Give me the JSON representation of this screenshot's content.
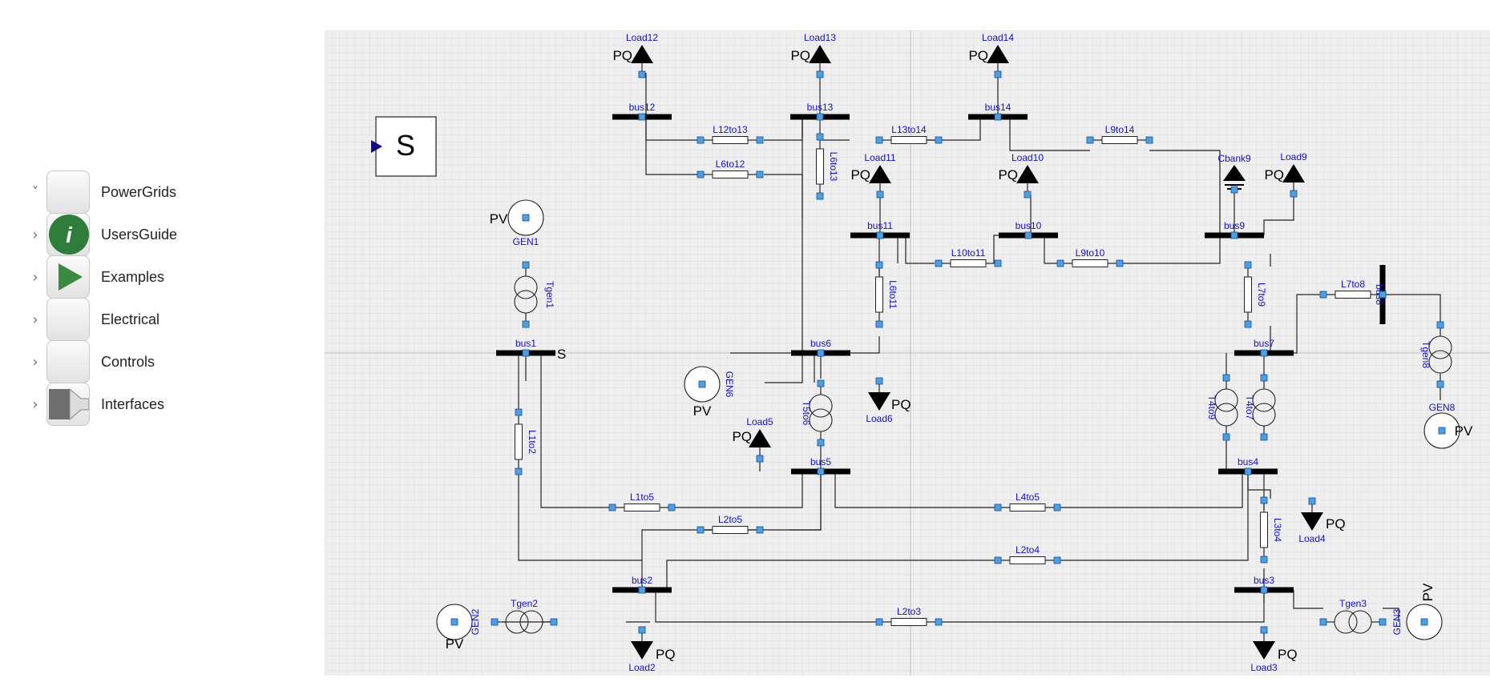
{
  "tree": {
    "items": [
      {
        "label": "PowerGrids",
        "chevron": "˅",
        "icon": "package-icon"
      },
      {
        "label": "UsersGuide",
        "chevron": "›",
        "icon": "info-icon"
      },
      {
        "label": "Examples",
        "chevron": "›",
        "icon": "play-icon"
      },
      {
        "label": "Electrical",
        "chevron": "›",
        "icon": "package-icon"
      },
      {
        "label": "Controls",
        "chevron": "›",
        "icon": "package-icon"
      },
      {
        "label": "Interfaces",
        "chevron": "›",
        "icon": "connector-icon"
      }
    ]
  },
  "diagram": {
    "system_block": "S",
    "pq_label": "PQ",
    "pv_label": "PV",
    "slack_label": "S",
    "buses": [
      "bus1",
      "bus2",
      "bus3",
      "bus4",
      "bus5",
      "bus6",
      "bus7",
      "bus8",
      "bus9",
      "bus10",
      "bus11",
      "bus12",
      "bus13",
      "bus14"
    ],
    "lines": [
      "L1to2",
      "L1to5",
      "L2to3",
      "L2to4",
      "L2to5",
      "L3to4",
      "L4to5",
      "L6to11",
      "L6to12",
      "L6to13",
      "L7to8",
      "L7to9",
      "L9to10",
      "L9to14",
      "L10to11",
      "L12to13",
      "L13to14"
    ],
    "transformers": [
      "Tgen1",
      "Tgen2",
      "Tgen3",
      "Tgen8",
      "T5to6",
      "T4to7",
      "T4to9"
    ],
    "generators": [
      "GEN1",
      "GEN2",
      "GEN3",
      "GEN6",
      "GEN8"
    ],
    "loads": [
      "Load2",
      "Load3",
      "Load4",
      "Load5",
      "Load6",
      "Load9",
      "Load10",
      "Load11",
      "Load12",
      "Load13",
      "Load14"
    ],
    "capacitor_bank": "Cbank9"
  },
  "colors": {
    "label": "#1010dd",
    "connector": "#4aa0e8",
    "grid": "#d8d8d8",
    "canvas_bg": "#ececec"
  }
}
